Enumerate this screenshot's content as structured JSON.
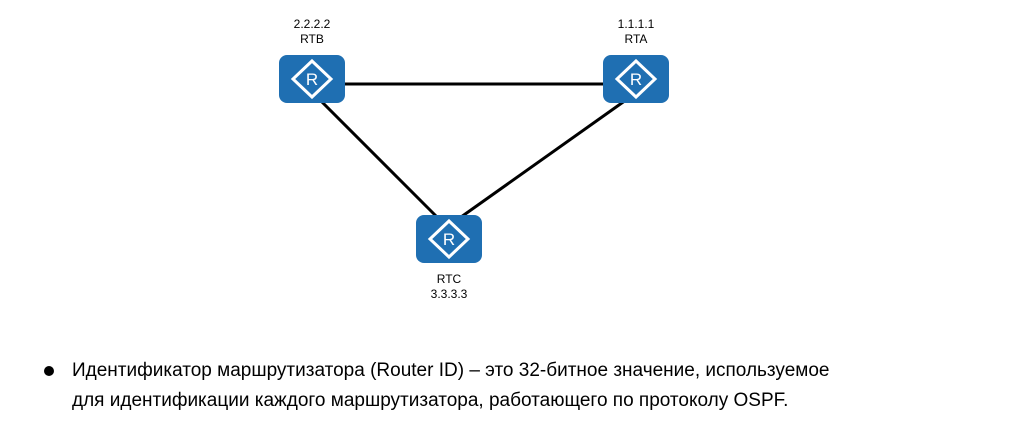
{
  "diagram": {
    "routers": [
      {
        "id": "RTB",
        "name": "RTB",
        "router_id": "2.2.2.2",
        "icon_letter": "R"
      },
      {
        "id": "RTA",
        "name": "RTA",
        "router_id": "1.1.1.1",
        "icon_letter": "R"
      },
      {
        "id": "RTC",
        "name": "RTC",
        "router_id": "3.3.3.3",
        "icon_letter": "R"
      }
    ],
    "links": [
      {
        "from": "RTB",
        "to": "RTA"
      },
      {
        "from": "RTB",
        "to": "RTC"
      },
      {
        "from": "RTA",
        "to": "RTC"
      }
    ],
    "colors": {
      "router_fill": "#1f6fb2",
      "router_outline": "#ffffff",
      "link": "#000000"
    }
  },
  "caption": {
    "line1": "Идентификатор маршрутизатора (Router ID) – это 32-битное значение, используемое",
    "line2": "для идентификации каждого маршрутизатора, работающего по протоколу OSPF."
  }
}
